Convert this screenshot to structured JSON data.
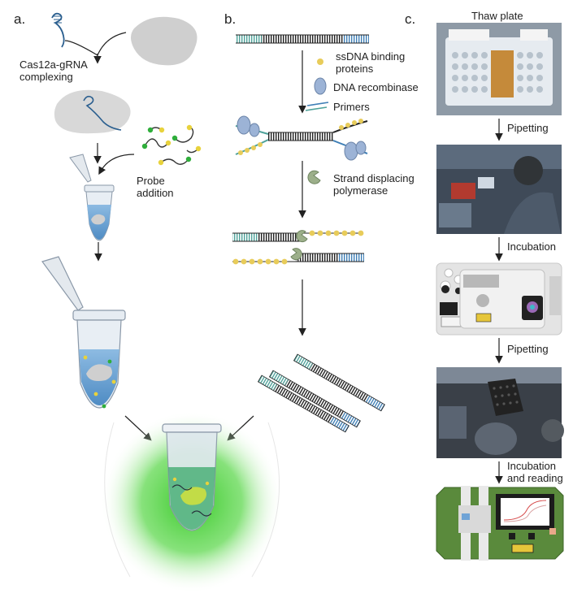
{
  "panels": {
    "a": {
      "letter": "a.",
      "complexing": "Cas12a-gRNA\ncomplexing",
      "probe": "Probe\naddition"
    },
    "b": {
      "letter": "b.",
      "ssb": "ssDNA binding\nproteins",
      "recombinase": "DNA recombinase",
      "primers": "Primers",
      "polymerase": "Strand displacing\npolymerase"
    },
    "c": {
      "letter": "c.",
      "thaw": "Thaw plate",
      "step1": "Pipetting",
      "step2": "Incubation",
      "step3": "Pipetting",
      "step4": "Incubation\nand reading"
    }
  },
  "colors": {
    "tube_liquid": "#6ea4d2",
    "dna_end": "#5aa7a0",
    "ssb": "#e8cc5a",
    "recombinase": "#9cb3d6",
    "polymerase": "#9caf8a",
    "fluorescence": "#39c929",
    "photo_dark": "#3a4048"
  },
  "icons": [
    "grna-icon",
    "cas12a-protein-icon",
    "probe-icon",
    "tube-icon",
    "dna-duplex-icon",
    "ssb-icon",
    "recombinase-icon",
    "primers-icon",
    "polymerase-icon",
    "plate-photo",
    "instrument-illustration"
  ]
}
